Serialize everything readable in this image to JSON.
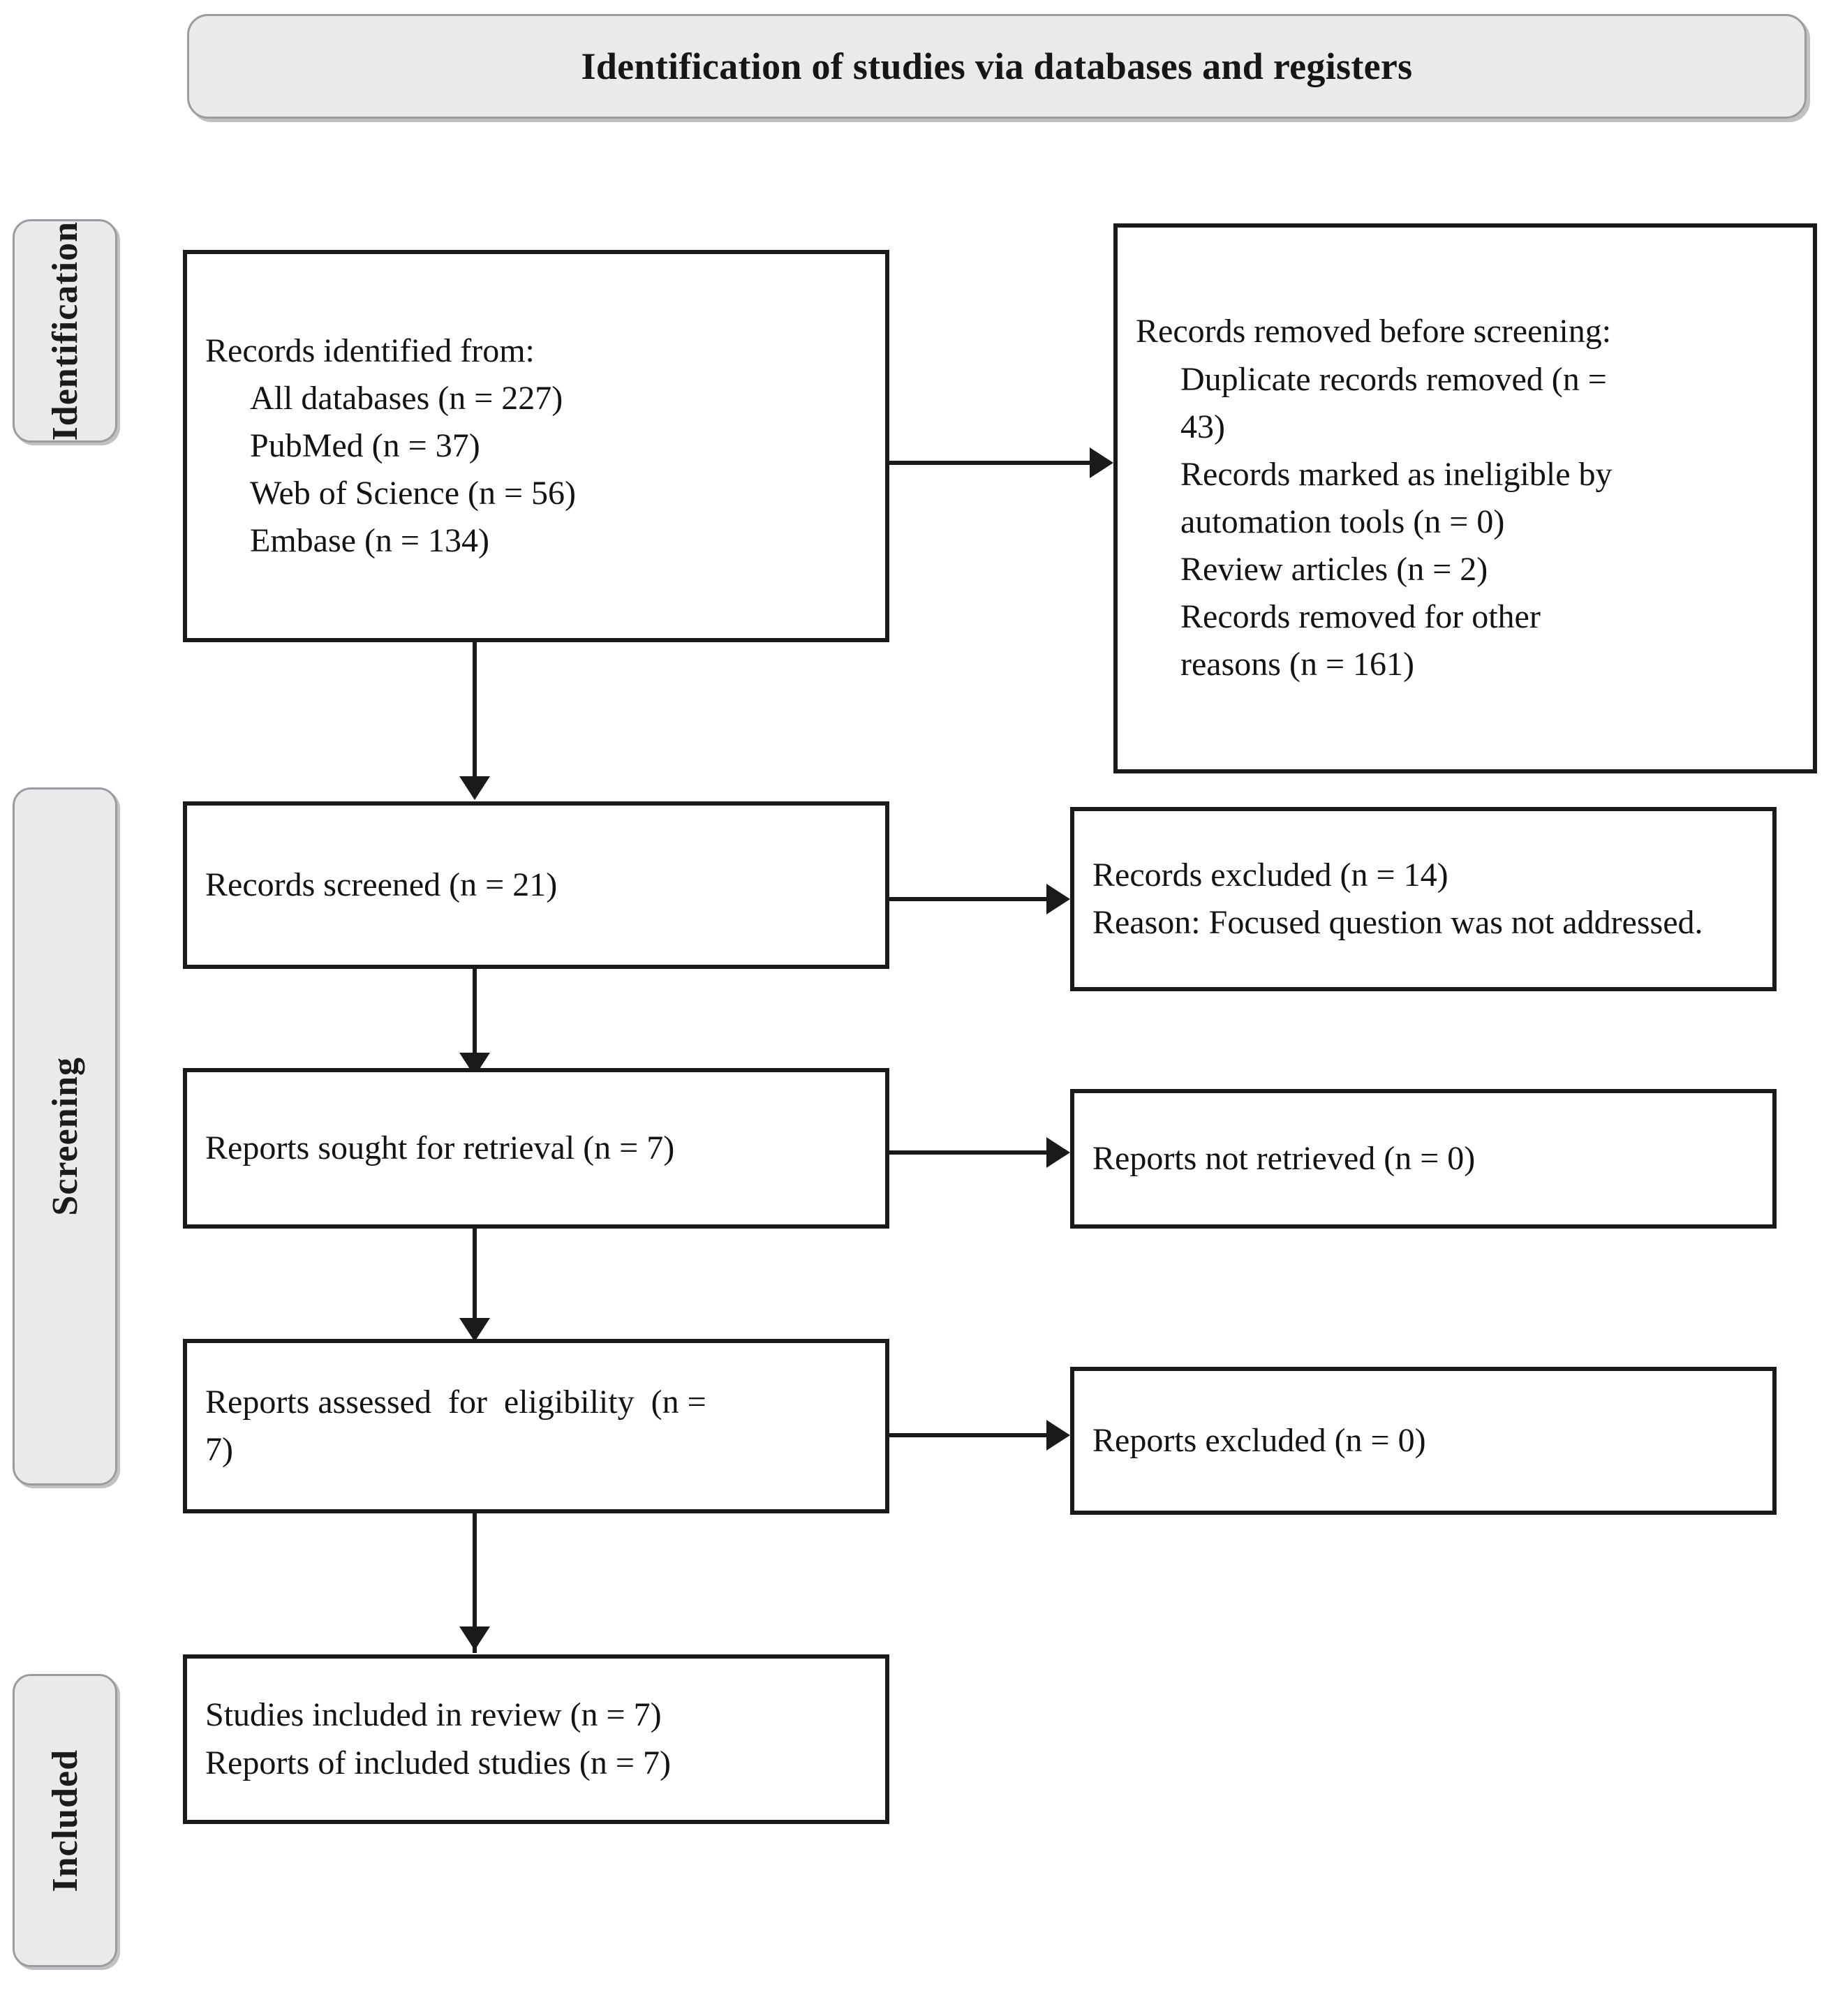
{
  "banner": {
    "title": "Identification of studies via databases and registers"
  },
  "stages": [
    {
      "key": "identification",
      "label": "Identification"
    },
    {
      "key": "screening",
      "label": "Screening"
    },
    {
      "key": "included",
      "label": "Included"
    }
  ],
  "boxes": {
    "records_identified": {
      "heading": "Records identified from:",
      "items": [
        "All databases (n = 227)",
        "PubMed (n = 37)",
        "Web of Science (n = 56)",
        "Embase (n = 134)"
      ]
    },
    "records_removed": {
      "heading": "Records removed before screening:",
      "items": [
        "Duplicate records removed (n =",
        "43)",
        "Records marked as ineligible by",
        "automation tools (n = 0)",
        "Review articles (n = 2)",
        "Records removed for other",
        "reasons (n = 161)"
      ]
    },
    "records_screened": {
      "lines": [
        "Records screened (n = 21)"
      ]
    },
    "records_excluded": {
      "lines": [
        "Records excluded (n = 14)"
      ],
      "justified": "Reason: Focused question was not addressed."
    },
    "reports_sought": {
      "lines": [
        "Reports sought for retrieval (n = 7)"
      ]
    },
    "reports_not_retrieved": {
      "lines": [
        "Reports not retrieved (n = 0)"
      ]
    },
    "reports_assessed": {
      "lines": [
        "Reports assessed  for  eligibility  (n =",
        "7)"
      ]
    },
    "reports_excluded": {
      "lines": [
        "Reports excluded (n = 0)"
      ]
    },
    "studies_included": {
      "lines": [
        "Studies included in review (n = 7)",
        "Reports of included studies (n = 7)"
      ]
    }
  },
  "colors": {
    "tab_fill": "#e9eaeb",
    "tab_border": "#9a9ca0",
    "box_border": "#1a1a1a",
    "text": "#131313",
    "page_background": "#ffffff"
  }
}
